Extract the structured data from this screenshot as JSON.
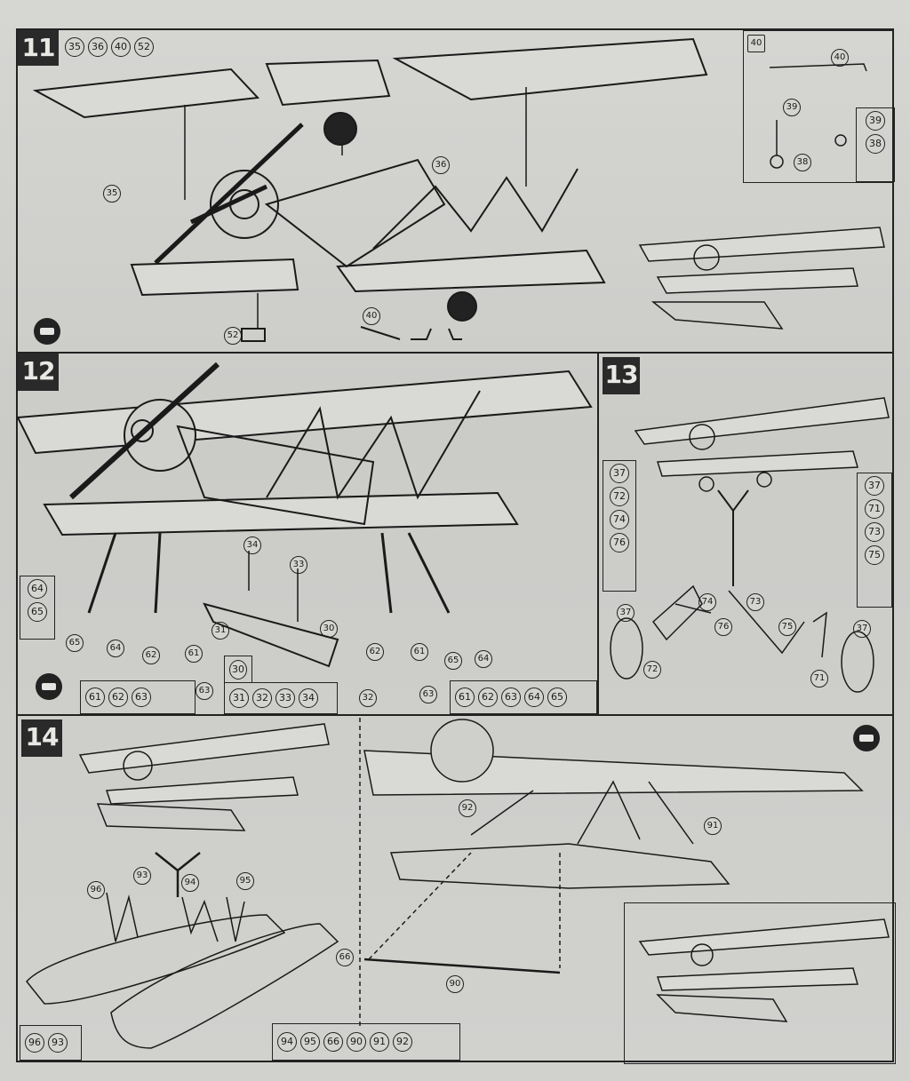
{
  "steps": {
    "s11": {
      "number": "11",
      "parts": [
        "35",
        "36",
        "40",
        "52"
      ],
      "callouts": [
        "36",
        "35",
        "40",
        "52"
      ],
      "inset": {
        "top": "40",
        "callouts": [
          "40",
          "39",
          "38"
        ],
        "side": [
          "39",
          "38"
        ]
      }
    },
    "s12": {
      "number": "12",
      "left_parts": [
        "64",
        "65"
      ],
      "sub_parts_top": [
        "30"
      ],
      "sub_parts_bottom": [
        "31",
        "32",
        "33",
        "34"
      ],
      "parts": [
        "61",
        "62",
        "63"
      ],
      "right_parts": [
        "61",
        "62",
        "63",
        "64",
        "65"
      ],
      "callouts": [
        "34",
        "33",
        "30",
        "31",
        "65",
        "64",
        "62",
        "61",
        "63",
        "32",
        "62",
        "61",
        "65",
        "64",
        "63"
      ]
    },
    "s13": {
      "number": "13",
      "left_parts": [
        "37",
        "72",
        "74",
        "76"
      ],
      "right_parts": [
        "37",
        "71",
        "73",
        "75"
      ],
      "callouts": [
        "37",
        "74",
        "76",
        "72",
        "73",
        "75",
        "37",
        "71"
      ]
    },
    "s14": {
      "number": "14",
      "left_parts": [
        "96",
        "93"
      ],
      "parts": [
        "94",
        "95",
        "66",
        "90",
        "91",
        "92"
      ],
      "callouts": [
        "96",
        "93",
        "94",
        "95",
        "66",
        "90",
        "92",
        "91"
      ]
    }
  },
  "icons": [
    "rotate-aircraft-icon",
    "propeller-icon"
  ],
  "colors": {
    "ink": "#1a1a1a",
    "paper": "#cfcfcc"
  }
}
